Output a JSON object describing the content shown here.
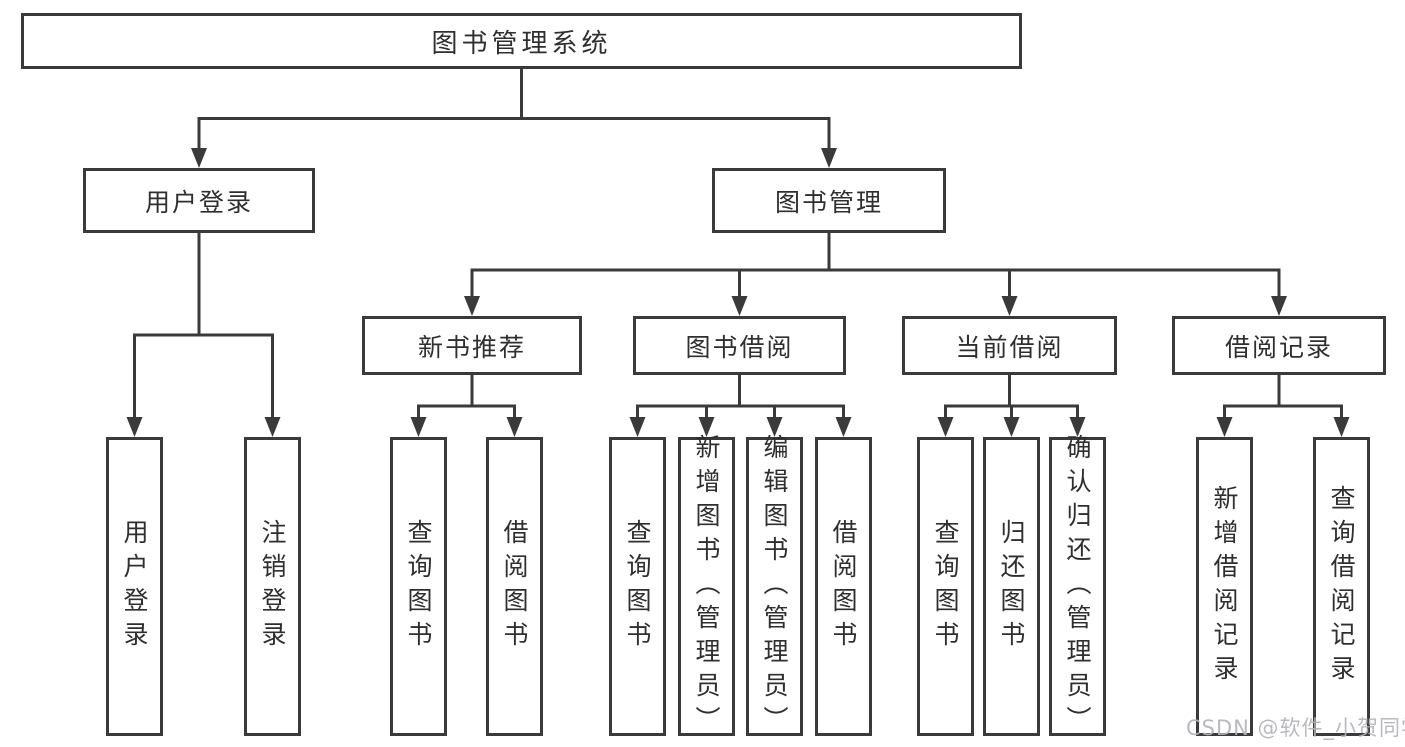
{
  "diagram": {
    "title": "图书管理系统",
    "tree": {
      "label": "图书管理系统",
      "children": [
        {
          "label": "用户登录",
          "children": [
            {
              "label": "用户登录"
            },
            {
              "label": "注销登录"
            }
          ]
        },
        {
          "label": "图书管理",
          "children": [
            {
              "label": "新书推荐",
              "children": [
                {
                  "label": "查询图书"
                },
                {
                  "label": "借阅图书"
                }
              ]
            },
            {
              "label": "图书借阅",
              "children": [
                {
                  "label": "查询图书"
                },
                {
                  "label": "新增图书（管理员）"
                },
                {
                  "label": "编辑图书（管理员）"
                },
                {
                  "label": "借阅图书"
                }
              ]
            },
            {
              "label": "当前借阅",
              "children": [
                {
                  "label": "查询图书"
                },
                {
                  "label": "归还图书"
                },
                {
                  "label": "确认归还（管理员）"
                }
              ]
            },
            {
              "label": "借阅记录",
              "children": [
                {
                  "label": "新增借阅记录"
                },
                {
                  "label": "查询借阅记录"
                }
              ]
            }
          ]
        }
      ]
    },
    "watermark": {
      "text": "CSDN @软件_小贺同学"
    },
    "colors": {
      "line": "#3a3a3a",
      "text": "#2f2f2f",
      "background": "#ffffff",
      "watermark": "#b4b4ba"
    }
  }
}
